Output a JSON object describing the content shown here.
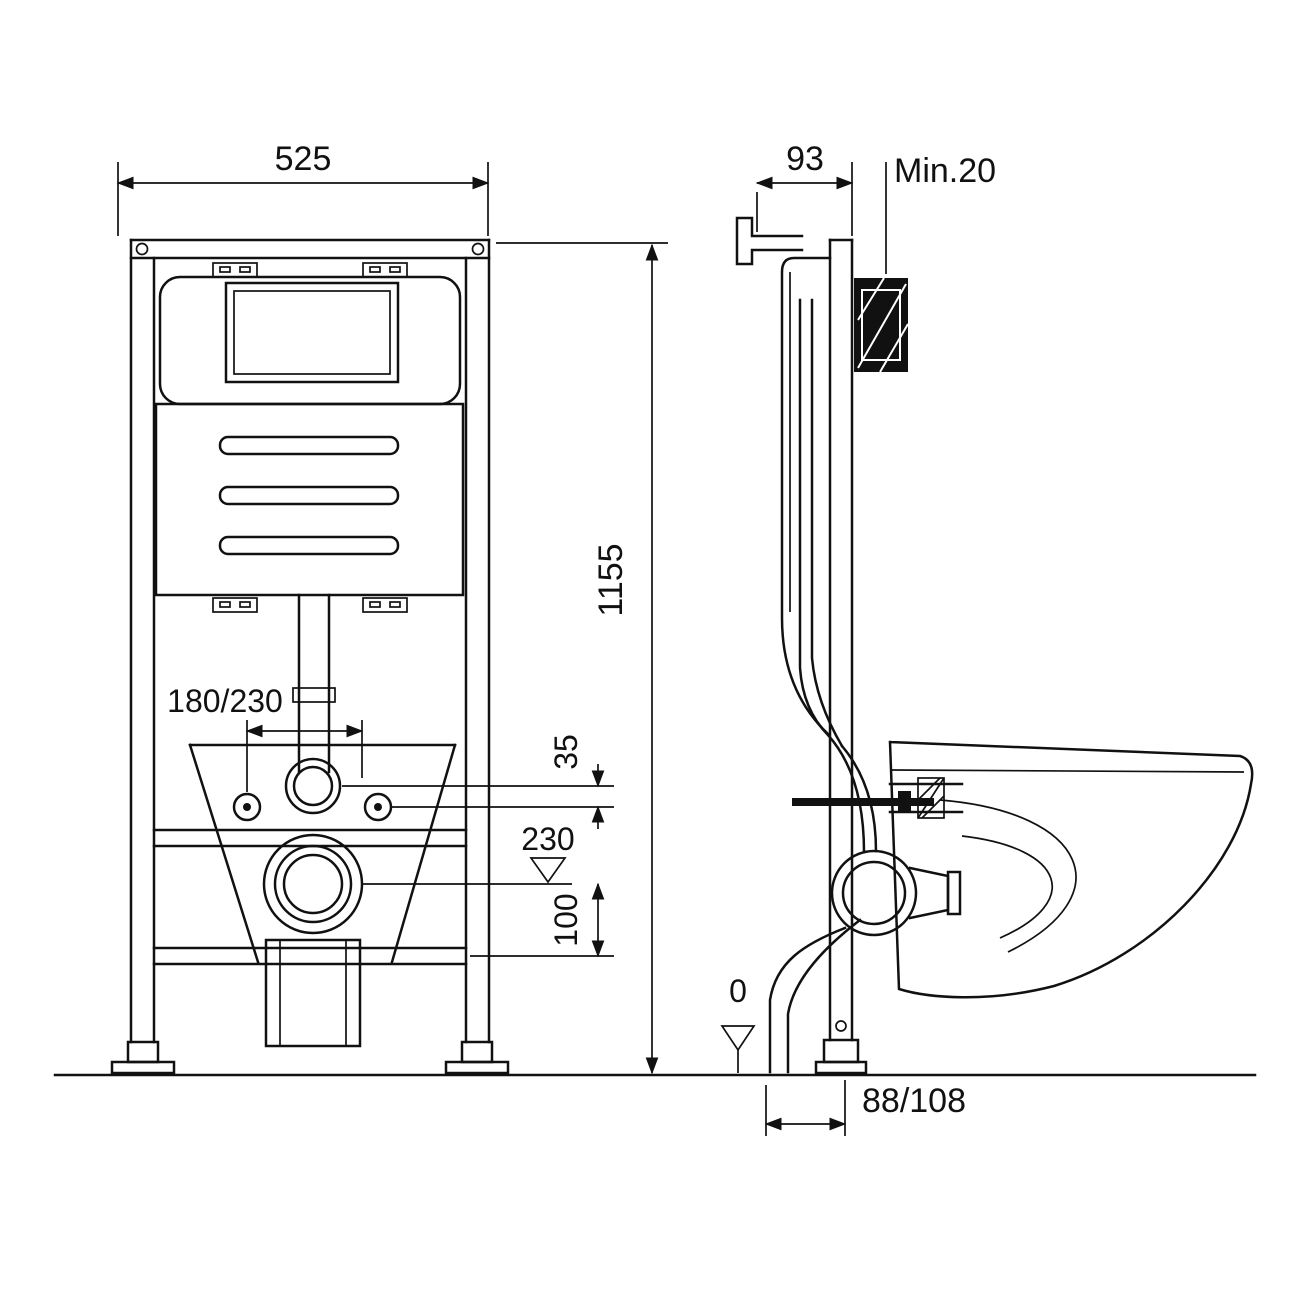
{
  "canvas": {
    "background": "#ffffff",
    "line_color": "#111111"
  },
  "dimensions": {
    "frame_width": "525",
    "frame_depth": "93",
    "min_wall_clearance": "Min.20",
    "frame_height": "1155",
    "fixing_bolt_spacing": "180/230",
    "flush_pipe_offset": "35",
    "outlet_height_datum": "230",
    "outlet_drop": "100",
    "floor_datum": "0",
    "outlet_horizontal_offset": "88/108"
  }
}
